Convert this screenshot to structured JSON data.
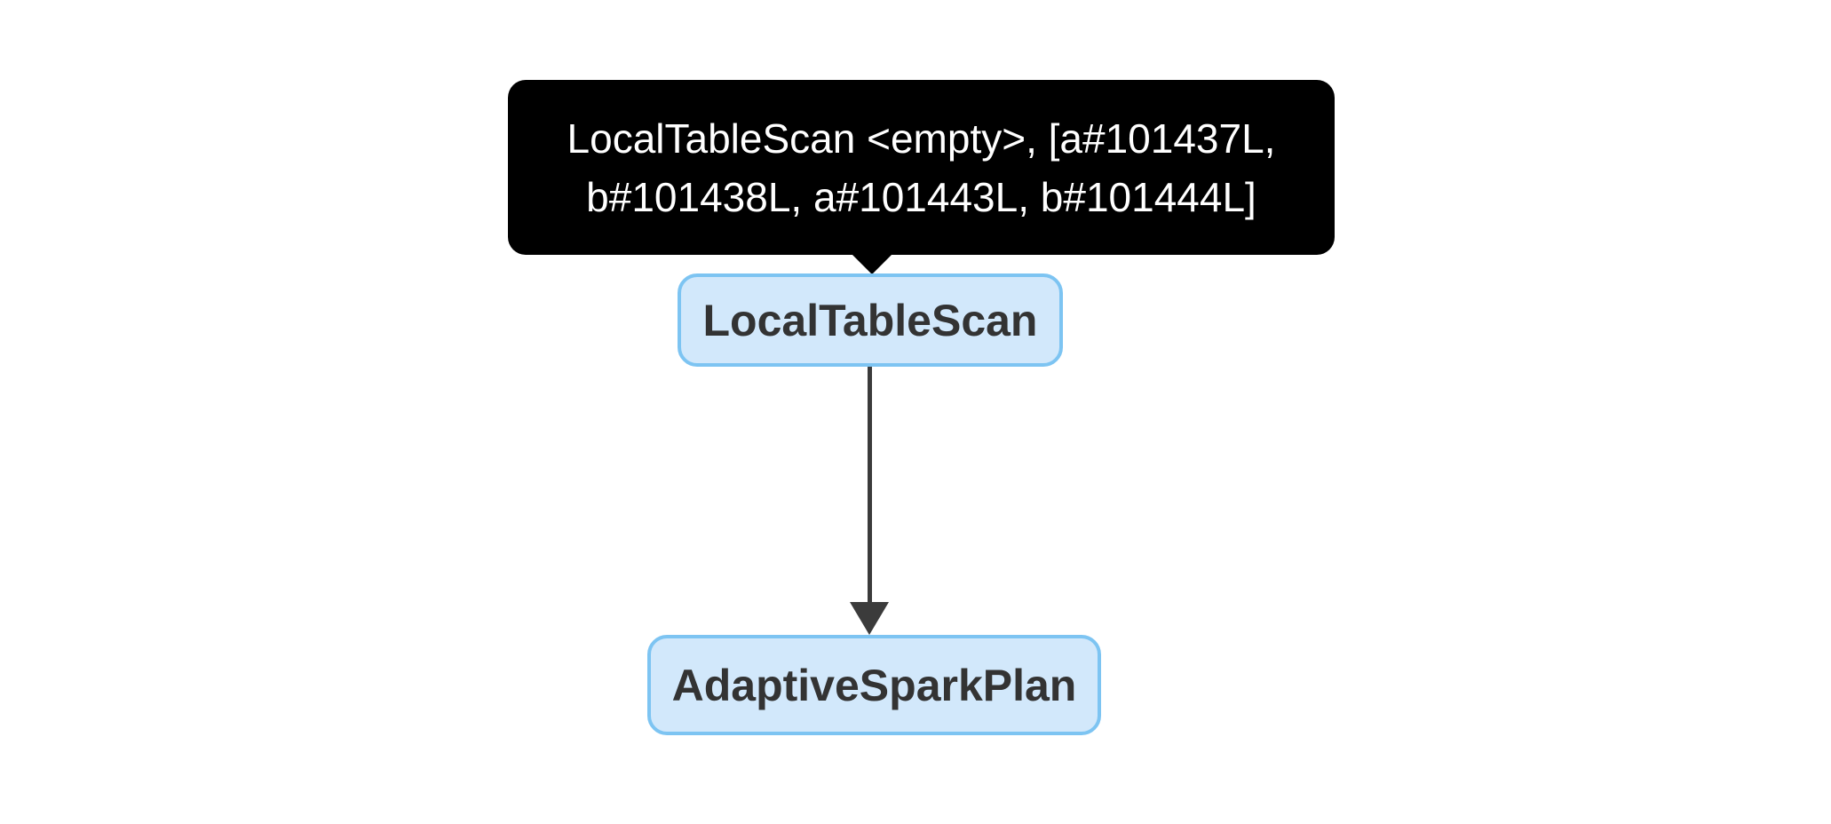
{
  "colors": {
    "background": "#ffffff",
    "tooltip_bg": "#000000",
    "tooltip_text": "#ffffff",
    "node_fill": "#d2e8fb",
    "node_border": "#7dc4f2",
    "node_text": "#333333",
    "edge": "#3b3b3b"
  },
  "tooltip": {
    "line1": "LocalTableScan <empty>, [a#101437L,",
    "line2": "b#101438L, a#101443L, b#101444L]",
    "full_text": "LocalTableScan <empty>, [a#101437L, b#101438L, a#101443L, b#101444L]"
  },
  "graph": {
    "nodes": [
      {
        "id": "LocalTableScan",
        "label": "LocalTableScan"
      },
      {
        "id": "AdaptiveSparkPlan",
        "label": "AdaptiveSparkPlan"
      }
    ],
    "edges": [
      {
        "from": "LocalTableScan",
        "to": "AdaptiveSparkPlan"
      }
    ]
  }
}
